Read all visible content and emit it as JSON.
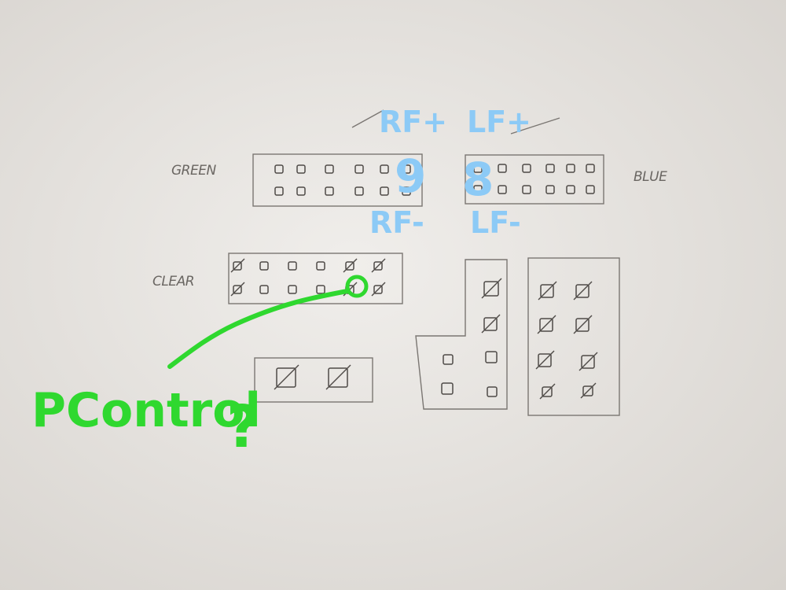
{
  "connector_labels": {
    "left_top": "GREEN",
    "right_top": "BLUE",
    "left_middle": "CLEAR"
  },
  "speaker_wires": {
    "right_front_pos": "RF+",
    "left_front_pos": "LF+",
    "right_front_neg": "RF-",
    "left_front_neg": "LF-",
    "pin_right": "9",
    "pin_left": "8"
  },
  "annotation": {
    "text": "PControl",
    "mark": "?"
  },
  "colors": {
    "paper": "#e9e6e2",
    "pencil": "#6a6662",
    "blue_ink": "#8ccaf6",
    "green_ink": "#2fd82f"
  }
}
